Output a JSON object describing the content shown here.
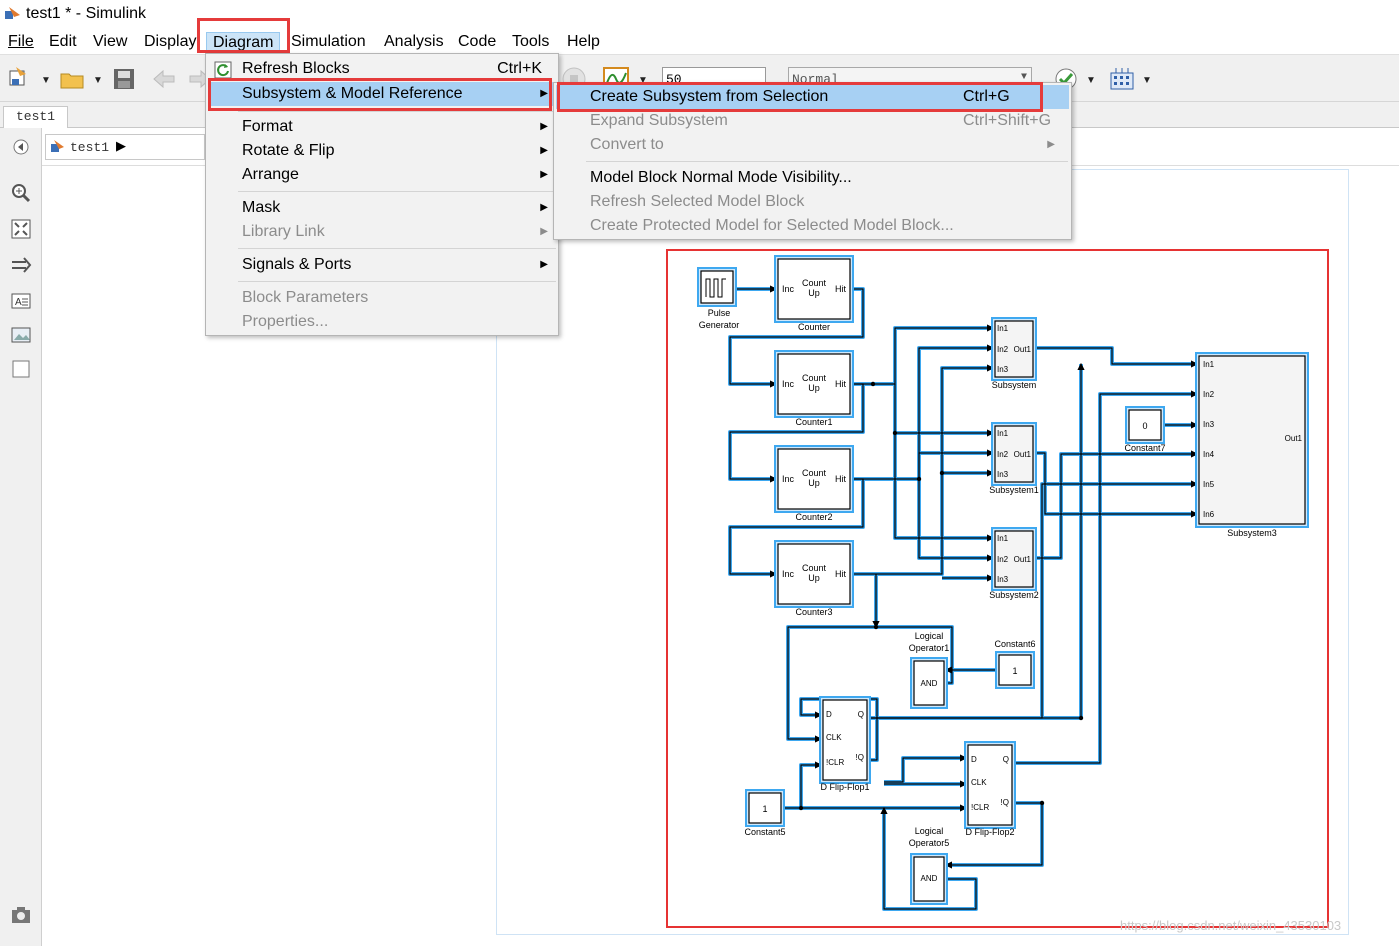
{
  "window": {
    "title": "test1 * - Simulink"
  },
  "menubar": [
    "File",
    "Edit",
    "View",
    "Display",
    "Diagram",
    "Simulation",
    "Analysis",
    "Code",
    "Tools",
    "Help"
  ],
  "toolbar": {
    "stop_time": "50",
    "sim_mode": "Normal"
  },
  "tab": "test1",
  "breadcrumb": "test1",
  "diagram_menu": {
    "refresh_blocks": "Refresh Blocks",
    "refresh_shortcut": "Ctrl+K",
    "subsystem_model_ref": "Subsystem & Model Reference",
    "format": "Format",
    "rotate_flip": "Rotate & Flip",
    "arrange": "Arrange",
    "mask": "Mask",
    "library_link": "Library Link",
    "signals_ports": "Signals & Ports",
    "block_parameters": "Block Parameters",
    "properties": "Properties..."
  },
  "submenu": {
    "create_subsystem": "Create Subsystem from Selection",
    "create_shortcut": "Ctrl+G",
    "expand_subsystem": "Expand Subsystem",
    "expand_shortcut": "Ctrl+Shift+G",
    "convert_to": "Convert to",
    "model_block_vis": "Model Block Normal Mode Visibility...",
    "refresh_selected": "Refresh Selected Model Block",
    "create_protected": "Create Protected Model for Selected Model Block..."
  },
  "blocks": {
    "pulse": "Pulse Generator",
    "counter": "Counter",
    "counter1": "Counter1",
    "counter2": "Counter2",
    "counter3": "Counter3",
    "count_up": "Count Up",
    "inc": "Inc",
    "hit": "Hit",
    "subsystem": "Subsystem",
    "subsystem1": "Subsystem1",
    "subsystem2": "Subsystem2",
    "subsystem3": "Subsystem3",
    "in1": "In1",
    "in2": "In2",
    "in3": "In3",
    "in4": "In4",
    "in5": "In5",
    "in6": "In6",
    "out1": "Out1",
    "constant7": "Constant7",
    "constant7_val": "0",
    "constant6": "Constant6",
    "constant6_val": "1",
    "constant5": "Constant5",
    "constant5_val": "1",
    "logop1": "Logical Operator1",
    "logop5": "Logical Operator5",
    "and": "AND",
    "dff1": "D Flip-Flop1",
    "dff2": "D Flip-Flop2",
    "d": "D",
    "q": "Q",
    "clk": "CLK",
    "clr": "!CLR",
    "nq": "!Q"
  },
  "watermark": "https://blog.csdn.net/weixin_43530103",
  "colors": {
    "highlight": "#a7d0f3",
    "red": "#e53b3b",
    "selection": "#3ea8f0"
  }
}
